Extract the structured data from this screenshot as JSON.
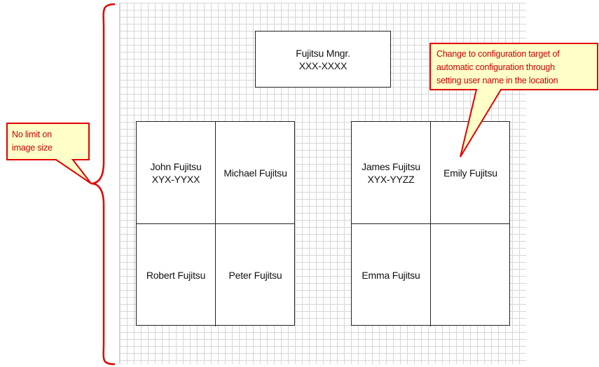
{
  "manager": {
    "name": "Fujitsu Mngr.",
    "code": "XXX-XXXX"
  },
  "left_group": {
    "cells": [
      {
        "name": "John Fujitsu",
        "code": "XYX-YYXX"
      },
      {
        "name": "Michael Fujitsu",
        "code": ""
      },
      {
        "name": "Robert Fujitsu",
        "code": ""
      },
      {
        "name": "Peter Fujitsu",
        "code": ""
      }
    ]
  },
  "right_group": {
    "cells": [
      {
        "name": "James Fujitsu",
        "code": "XYX-YYZZ"
      },
      {
        "name": "Emily Fujitsu",
        "code": ""
      },
      {
        "name": "Emma Fujitsu",
        "code": ""
      },
      {
        "name": "",
        "code": ""
      }
    ]
  },
  "callouts": {
    "size_note": {
      "line1": "No limit on",
      "line2": "image size"
    },
    "config_note": {
      "line1": "Change to configuration target of",
      "line2": "automatic configuration through",
      "line3": "setting user name in the location"
    }
  },
  "colors": {
    "callout_fill": "#ffffc8",
    "callout_border": "#e00000",
    "brace": "#e00000",
    "grid": "#d6d6d6"
  }
}
